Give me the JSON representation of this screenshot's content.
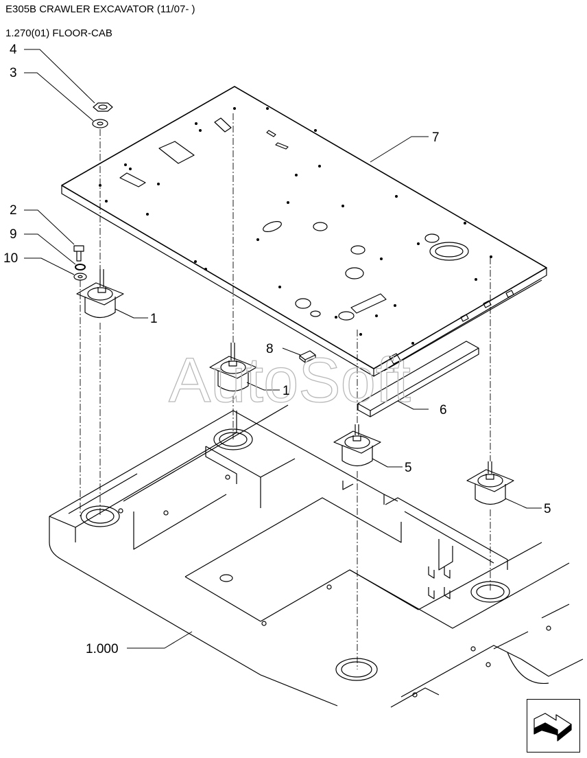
{
  "header": {
    "model_title": "E305B CRAWLER EXCAVATOR (11/07- )",
    "section_title": "1.270(01) FLOOR-CAB"
  },
  "callouts": [
    "4",
    "3",
    "2",
    "9",
    "10",
    "1",
    "7",
    "8",
    "1",
    "6",
    "5",
    "5",
    "1.000"
  ],
  "watermark": "AutoSoft",
  "nav": {
    "icon": "next-arrow-icon"
  }
}
